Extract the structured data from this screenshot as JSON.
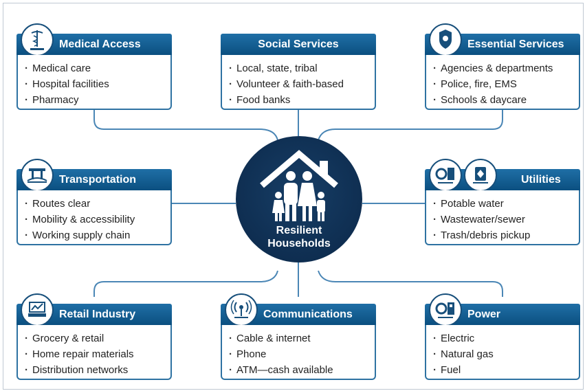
{
  "center": {
    "line1": "Resilient",
    "line2": "Households"
  },
  "cards": [
    {
      "title": "Medical Access",
      "icon": "medical-caduceus-icon",
      "items": [
        "Medical care",
        "Hospital facilities",
        "Pharmacy"
      ]
    },
    {
      "title": "Social Services",
      "items": [
        "Local, state, tribal",
        "Volunteer & faith-based",
        "Food banks"
      ]
    },
    {
      "title": "Essential Services",
      "icon": "police-badge-icon",
      "items": [
        "Agencies & departments",
        "Police, fire, EMS",
        "Schools & daycare"
      ]
    },
    {
      "title": "Transportation",
      "icon": "bridge-transport-icon",
      "items": [
        "Routes clear",
        "Mobility & accessibility",
        "Working supply chain"
      ]
    },
    {
      "title": "Utilities",
      "icons": [
        "water-utility-icon",
        "wastewater-utility-icon"
      ],
      "items": [
        "Potable water",
        "Wastewater/sewer",
        "Trash/debris pickup"
      ]
    },
    {
      "title": "Retail Industry",
      "icon": "retail-register-icon",
      "items": [
        "Grocery & retail",
        "Home repair materials",
        "Distribution networks"
      ]
    },
    {
      "title": "Communications",
      "icon": "broadcast-antenna-icon",
      "items": [
        "Cable & internet",
        "Phone",
        "ATM—cash available"
      ]
    },
    {
      "title": "Power",
      "icon": "power-meter-icon",
      "items": [
        "Electric",
        "Natural gas",
        "Fuel"
      ]
    }
  ],
  "colors": {
    "header": "#0b4f80",
    "border": "#2e72a2",
    "connector": "#4a86b5",
    "hub": "#0b2748"
  }
}
